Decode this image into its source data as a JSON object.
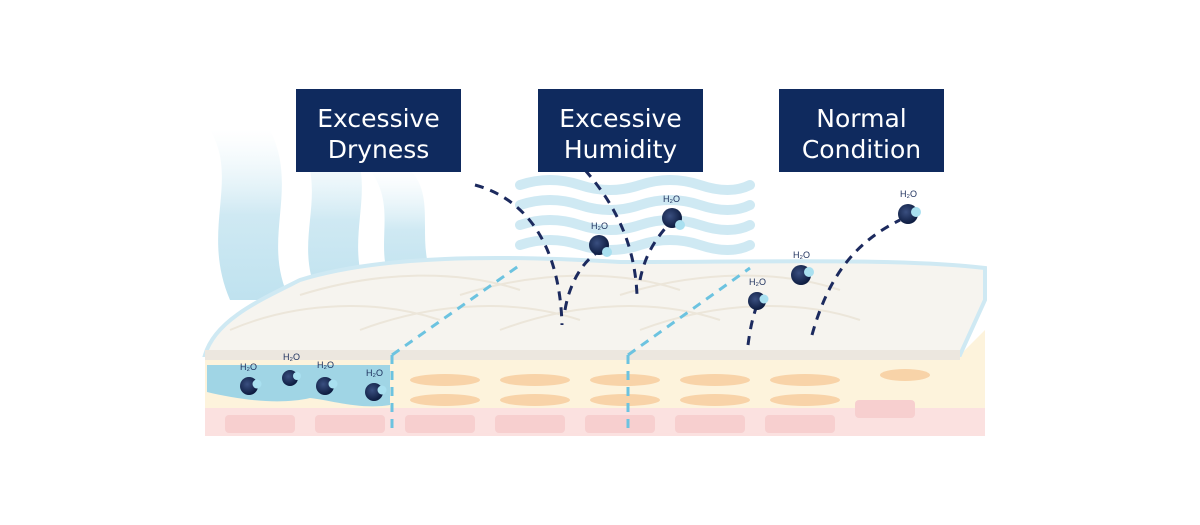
{
  "title_labels": [
    {
      "line1": "Excessive",
      "line2": "Dryness"
    },
    {
      "line1": "Excessive",
      "line2": "Humidity"
    },
    {
      "line1": "Normal",
      "line2": "Condition"
    }
  ],
  "molecule_label": "H₂O",
  "molecules": [
    "H₂O",
    "H₂O",
    "H₂O",
    "H₂O",
    "H₂O",
    "H₂O",
    "H₂O",
    "H₂O",
    "H₂O"
  ],
  "colors": {
    "label_bg": "#0f2a5e",
    "water": "#8fcfe6",
    "dash_dark": "#1c2a5e",
    "dash_light": "#6cc3e0"
  }
}
